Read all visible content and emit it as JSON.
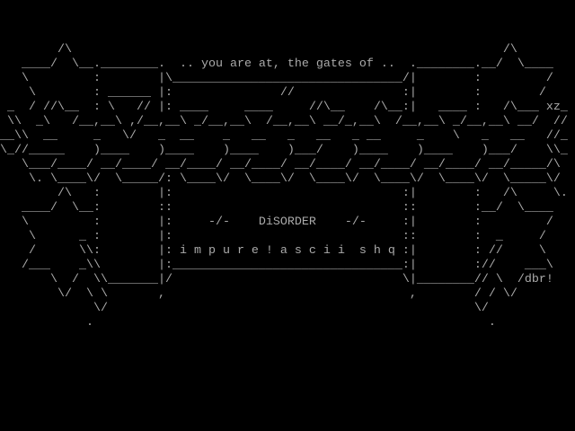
{
  "art": {
    "lines": [
      "        /\\                                                            /\\",
      "   ____/  \\__.________.  .. you are at, the gates of ..  .________.__/  \\____",
      "   \\         :        |\\________________________________/|        :         /",
      "    \\        : ______ |:               //               :|        :        /",
      " _  / //\\__  : \\   // |: ____     ____     //\\__    /\\__:|   ____ :   /\\___ xz_",
      " \\\\  _\\   /__,__\\ ,/__,__\\ _/__,__\\  /__,__\\ __/_,__\\  /__,__\\ _/__,__\\ __/  //",
      "__\\\\  __     _   \\/   _  __    _   __   _   __   _ __     _    \\   _   __   //_",
      "\\_//_____    )____    )____    )____    )___/    )____    )____    )___/    \\\\_",
      "   \\___/____/ __/____/ __/____/ __/____/ __/____/ __/____/ __/____/ __/_____/\\",
      "    \\. \\____\\/  \\_____/: \\____\\/  \\____\\/  \\____\\/  \\____\\/  \\____\\/  \\_____\\/",
      "        /\\   :        |:                                :|        :   /\\     \\.",
      "   ____/  \\__:        ::                                ::        :__/  \\____",
      "   \\         :        |:     -/-    DiSORDER    -/-     :|        :         /",
      "    \\      _ :        |:                                ::        :  _     /",
      "    /      \\\\:        |: i m p u r e ! a s c i i  s h q :|        : //     \\",
      "   /___    _\\\\        |:________________________________:|        ://    ___\\",
      "       \\  /  \\\\_______|/                                \\|________// \\  /dbr!",
      "        \\/  \\ \\       ,                                  ,        / / \\/",
      "             \\/                                                   \\/",
      "            .                                                       ."
    ]
  },
  "colors": {
    "text": "#aaaaaa",
    "background": "#000000"
  }
}
